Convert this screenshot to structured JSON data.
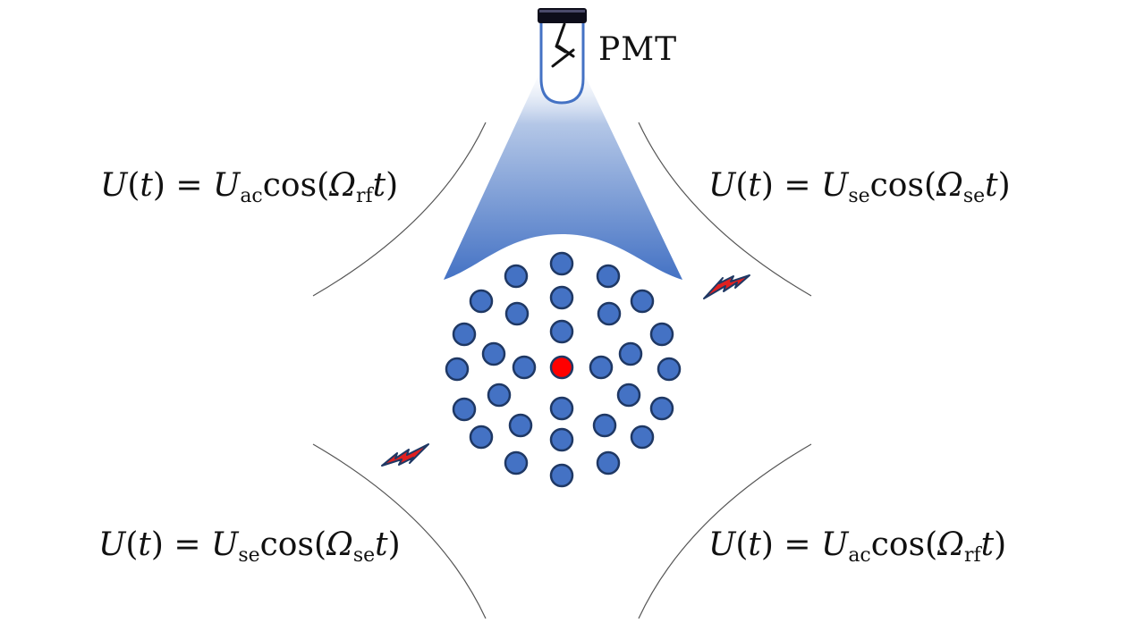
{
  "detector": {
    "label": "PMT"
  },
  "equations": {
    "top_left": {
      "lhs": "U",
      "arg": "t",
      "amp": "U",
      "amp_sub": "ac",
      "func": "cos",
      "freq": "Ω",
      "freq_sub": "rf"
    },
    "top_right": {
      "lhs": "U",
      "arg": "t",
      "amp": "U",
      "amp_sub": "se",
      "func": "cos",
      "freq": "Ω",
      "freq_sub": "se"
    },
    "bottom_left": {
      "lhs": "U",
      "arg": "t",
      "amp": "U",
      "amp_sub": "se",
      "func": "cos",
      "freq": "Ω",
      "freq_sub": "se"
    },
    "bottom_right": {
      "lhs": "U",
      "arg": "t",
      "amp": "U",
      "amp_sub": "ac",
      "func": "cos",
      "freq": "Ω",
      "freq_sub": "rf"
    }
  },
  "colors": {
    "ion": "#4472c4",
    "ion_outline": "#1f3864",
    "target_ion": "#ff0000",
    "beam_top": "#b4c7e7",
    "beam_bottom": "#4472c4",
    "pmt_outline": "#4472c4",
    "lightning": "#e02020",
    "electrode": "#555555"
  }
}
